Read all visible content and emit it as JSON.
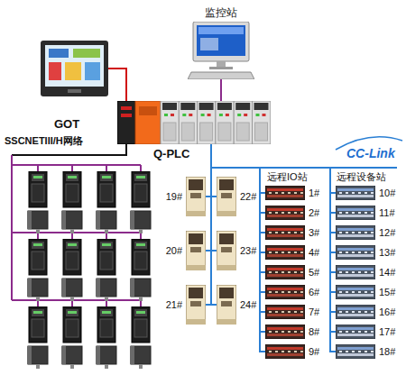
{
  "diagram": {
    "nodes": [
      {
        "text": [
          "监控站"
        ]
      },
      {
        "text": [
          "GOT"
        ]
      },
      {
        "text": [
          "Q-PLC"
        ]
      },
      {
        "text": [
          "19#"
        ]
      },
      {
        "text": [
          "22#"
        ]
      },
      {
        "text": [
          "20#"
        ]
      },
      {
        "text": [
          "23#"
        ]
      },
      {
        "text": [
          "21#"
        ]
      },
      {
        "text": [
          "24#"
        ]
      },
      {
        "text": [
          "1#"
        ]
      },
      {
        "text": [
          "2#"
        ]
      },
      {
        "text": [
          "3#"
        ]
      },
      {
        "text": [
          "4#"
        ]
      },
      {
        "text": [
          "5#"
        ]
      },
      {
        "text": [
          "6#"
        ]
      },
      {
        "text": [
          "7#"
        ]
      },
      {
        "text": [
          "8#"
        ]
      },
      {
        "text": [
          "9#"
        ]
      },
      {
        "text": [
          "10#"
        ]
      },
      {
        "text": [
          "11#"
        ]
      },
      {
        "text": [
          "12#"
        ]
      },
      {
        "text": [
          "13#"
        ]
      },
      {
        "text": [
          "14#"
        ]
      },
      {
        "text": [
          "15#"
        ]
      },
      {
        "text": [
          "16#"
        ]
      },
      {
        "text": [
          "17#"
        ]
      },
      {
        "text": [
          "18#"
        ]
      }
    ],
    "edges": [
      {
        "from": 0,
        "to": 2,
        "arrow": "none"
      },
      {
        "from": 1,
        "to": 2,
        "arrow": "none"
      },
      {
        "from": 2,
        "to": 3,
        "arrow": "none"
      },
      {
        "from": 2,
        "to": 4,
        "arrow": "none"
      },
      {
        "from": 2,
        "to": 5,
        "arrow": "none"
      },
      {
        "from": 2,
        "to": 6,
        "arrow": "none"
      },
      {
        "from": 2,
        "to": 7,
        "arrow": "none"
      },
      {
        "from": 2,
        "to": 8,
        "arrow": "none"
      },
      {
        "from": 2,
        "to": 9,
        "arrow": "none"
      },
      {
        "from": 2,
        "to": 10,
        "arrow": "none"
      },
      {
        "from": 2,
        "to": 11,
        "arrow": "none"
      },
      {
        "from": 2,
        "to": 12,
        "arrow": "none"
      },
      {
        "from": 2,
        "to": 13,
        "arrow": "none"
      },
      {
        "from": 2,
        "to": 14,
        "arrow": "none"
      },
      {
        "from": 2,
        "to": 15,
        "arrow": "none"
      },
      {
        "from": 2,
        "to": 16,
        "arrow": "none"
      },
      {
        "from": 2,
        "to": 17,
        "arrow": "none"
      },
      {
        "from": 2,
        "to": 18,
        "arrow": "none"
      },
      {
        "from": 2,
        "to": 19,
        "arrow": "none"
      },
      {
        "from": 2,
        "to": 20,
        "arrow": "none"
      },
      {
        "from": 2,
        "to": 21,
        "arrow": "none"
      },
      {
        "from": 2,
        "to": 22,
        "arrow": "none"
      },
      {
        "from": 2,
        "to": 23,
        "arrow": "none"
      },
      {
        "from": 2,
        "to": 24,
        "arrow": "none"
      },
      {
        "from": 2,
        "to": 25,
        "arrow": "none"
      },
      {
        "from": 2,
        "to": 26,
        "arrow": "none"
      }
    ],
    "labels": [
      "SSCNETIII/H网络",
      "CC-Link",
      "远程IO站",
      "远程设备站"
    ]
  }
}
